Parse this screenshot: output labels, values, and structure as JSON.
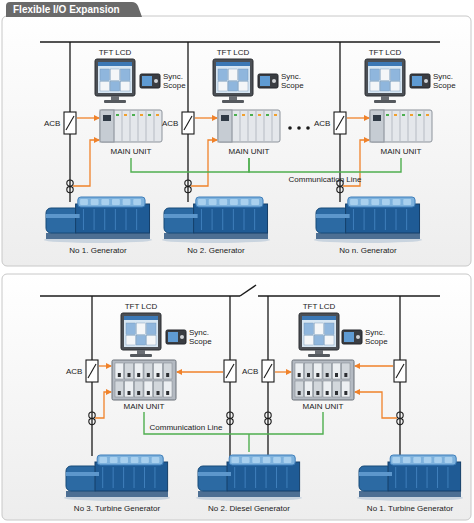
{
  "diagram": {
    "title": "Flexible I/O Expansion",
    "nodes": [
      {
        "text": [
          "TFT LCD"
        ]
      },
      {
        "text": [
          "Sync. Scope"
        ]
      },
      {
        "text": [
          "MAIN UNIT"
        ]
      },
      {
        "text": [
          "TFT LCD"
        ]
      },
      {
        "text": [
          "Sync. Scope"
        ]
      },
      {
        "text": [
          "MAIN UNIT"
        ]
      },
      {
        "text": [
          "TFT LCD"
        ]
      },
      {
        "text": [
          "Sync. Scope"
        ]
      },
      {
        "text": [
          "MAIN UNIT"
        ]
      },
      {
        "text": [
          "No 1. Generator"
        ]
      },
      {
        "text": [
          "No 2. Generator"
        ]
      },
      {
        "text": [
          "No n. Generator"
        ]
      },
      {
        "text": [
          "TFT LCD"
        ]
      },
      {
        "text": [
          "Sync. Scope"
        ]
      },
      {
        "text": [
          "MAIN UNIT"
        ]
      },
      {
        "text": [
          "TFT LCD"
        ]
      },
      {
        "text": [
          "Sync. Scope"
        ]
      },
      {
        "text": [
          "MAIN UNIT"
        ]
      },
      {
        "text": [
          "No 3. Turbine Generator"
        ]
      },
      {
        "text": [
          "No 2. Diesel Generator"
        ]
      },
      {
        "text": [
          "No 1. Turbine Generator"
        ]
      }
    ],
    "edges": [
      {
        "from": 2,
        "to": 5,
        "arrow": "none"
      },
      {
        "from": 5,
        "to": 8,
        "label": "Communication Line",
        "arrow": "none"
      },
      {
        "from": 14,
        "to": 17,
        "label": "Communication Line",
        "arrow": "none"
      }
    ],
    "labels": [
      "ACB",
      "ACB",
      "ACB",
      "ACB",
      "ACB"
    ]
  }
}
